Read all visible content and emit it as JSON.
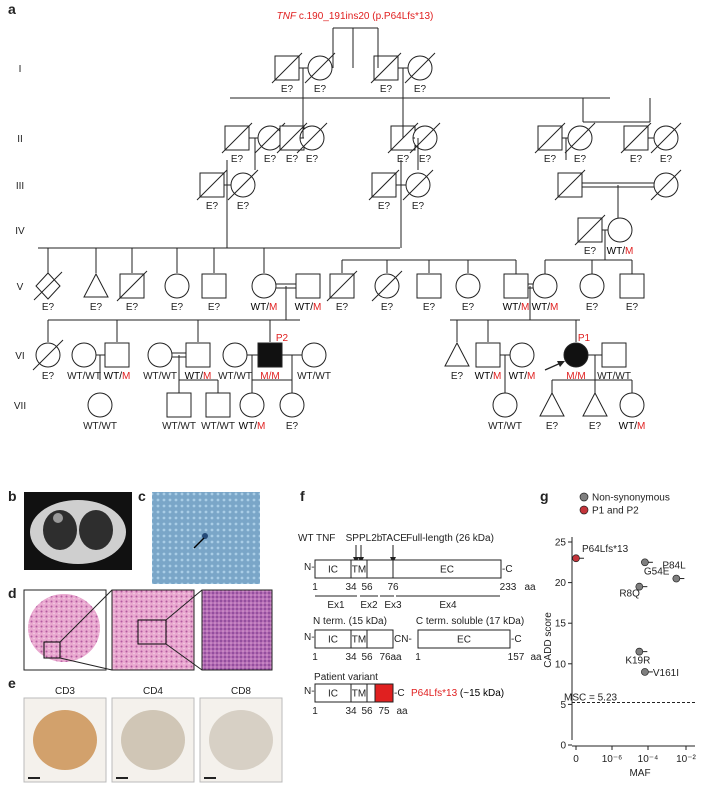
{
  "panel_letters": {
    "a": "a",
    "b": "b",
    "c": "c",
    "d": "d",
    "e": "e",
    "f": "f",
    "g": "g"
  },
  "colors": {
    "red": "#e02020",
    "accent_dot": "#c4343a",
    "grey_dot": "#7f7f7f",
    "black": "#111111"
  },
  "pedigree": {
    "title_gene": "TNF",
    "title_rest": " c.190_191ins20 (p.P64Lfs*13)",
    "generations": [
      "I",
      "II",
      "III",
      "IV",
      "V",
      "VI",
      "VII"
    ],
    "geno": {
      "E": "E?",
      "WT": "WT/",
      "M": "M",
      "WTWT": "WT/WT",
      "MM": "M/M"
    },
    "probands": {
      "p1": "P1",
      "p2": "P2"
    }
  },
  "histology": {
    "cd3": "CD3",
    "cd4": "CD4",
    "cd8": "CD8"
  },
  "protein": {
    "wt_label": "WT TNF",
    "spp_label": "SPPL2b",
    "tace_label": "TACE",
    "full_length": "Full-length (26 kDa)",
    "IC": "IC",
    "TM": "TM",
    "EC": "EC",
    "N": "N-",
    "C": "-C",
    "aa": "aa",
    "pos": {
      "p1": "1",
      "p34": "34",
      "p56": "56",
      "p76": "76",
      "p233": "233",
      "p157": "157",
      "p75": "75"
    },
    "exons": [
      "Ex1",
      "Ex2",
      "Ex3",
      "Ex4"
    ],
    "n_term": "N term. (15 kDa)",
    "c_term": "C term. soluble (17 kDa)",
    "cn": "CN-",
    "patient_variant": "Patient variant",
    "variant_label": "P64Lfs*13",
    "variant_kda": " (~15 kDa)"
  },
  "chart_data": {
    "type": "scatter",
    "xlabel": "MAF",
    "ylabel": "CADD score",
    "ylim": [
      0,
      25
    ],
    "x_ticks": [
      "0",
      "10⁻⁶",
      "10⁻⁴",
      "10⁻²"
    ],
    "y_ticks": [
      "0",
      "5",
      "10",
      "15",
      "20",
      "25"
    ],
    "legend": [
      {
        "label": "Non-synonymous",
        "color": "#7f7f7f"
      },
      {
        "label": "P1 and P2",
        "color": "#c4343a"
      }
    ],
    "msc_label": "MSC = 5.23",
    "msc_value": 5.23,
    "points": [
      {
        "name": "P64Lfs*13",
        "maf": 0,
        "cadd": 23.0,
        "group": "P1 and P2"
      },
      {
        "name": "P84L",
        "maf": 0.003,
        "cadd": 20.5,
        "group": "Non-synonymous"
      },
      {
        "name": "G54E",
        "maf": 6e-05,
        "cadd": 22.5,
        "group": "Non-synonymous"
      },
      {
        "name": "R8Q",
        "maf": 3e-05,
        "cadd": 19.5,
        "group": "Non-synonymous"
      },
      {
        "name": "K19R",
        "maf": 3e-05,
        "cadd": 11.5,
        "group": "Non-synonymous"
      },
      {
        "name": "V161I",
        "maf": 6e-05,
        "cadd": 9.0,
        "group": "Non-synonymous"
      }
    ]
  }
}
